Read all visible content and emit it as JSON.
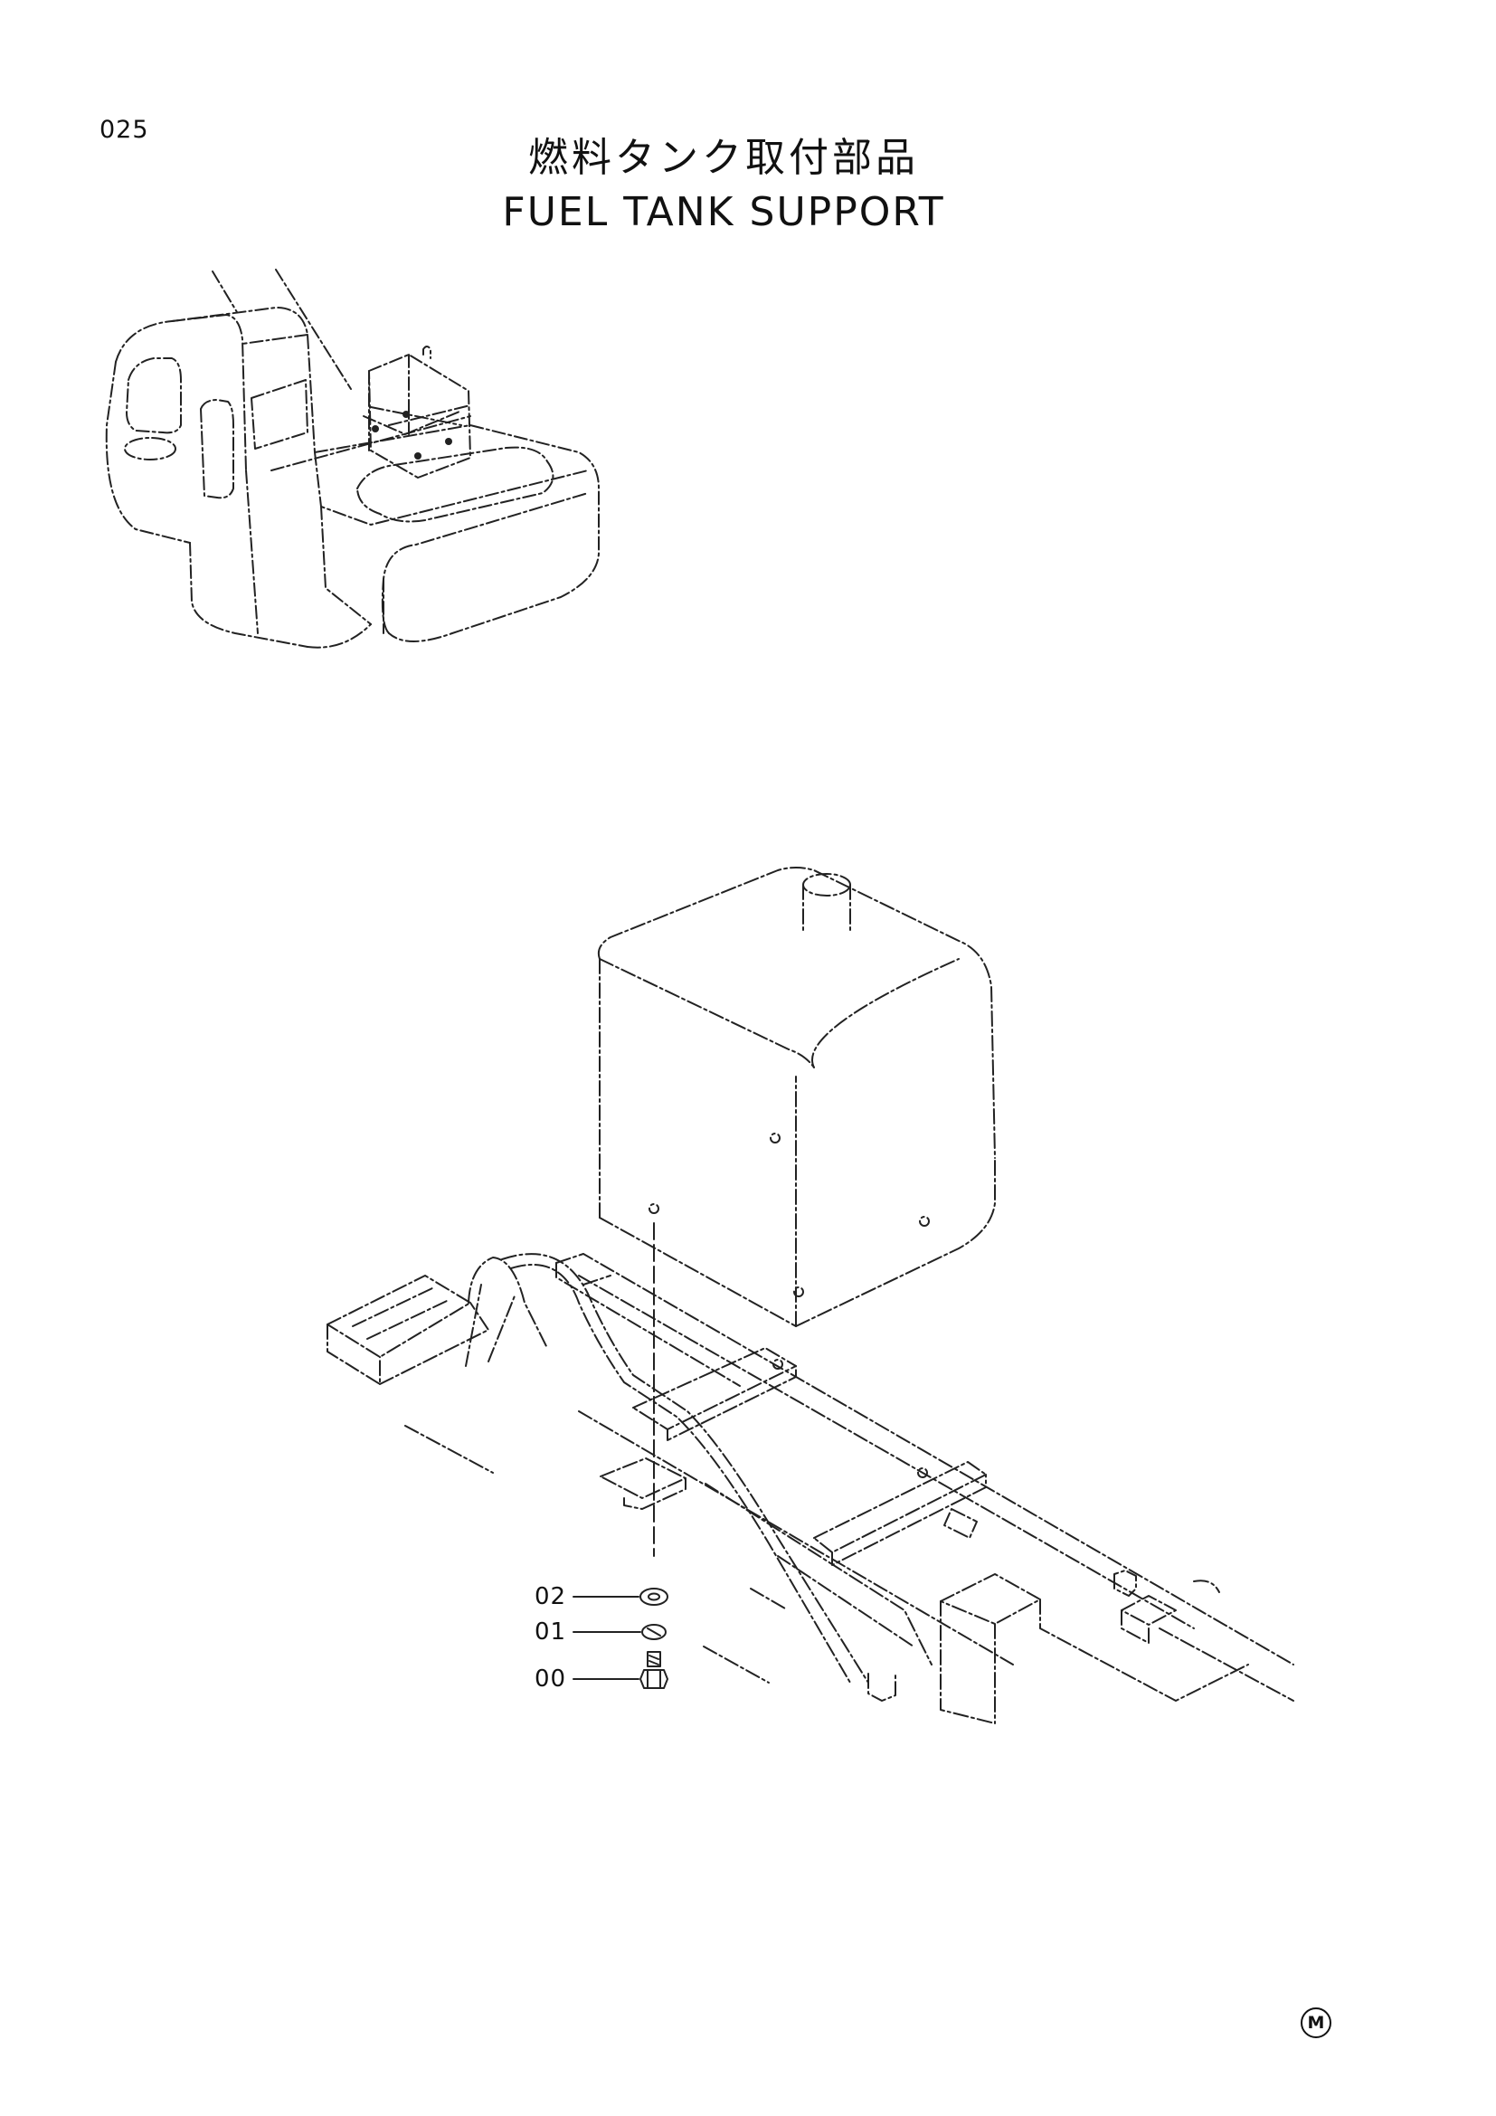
{
  "page": {
    "number": "025",
    "title_jp": "燃料タンク取付部品",
    "title_en": "FUEL TANK SUPPORT",
    "manufacturer_mark": "M"
  },
  "callouts": [
    {
      "label": "02",
      "part": "washer"
    },
    {
      "label": "01",
      "part": "spring-washer"
    },
    {
      "label": "00",
      "part": "bolt"
    }
  ]
}
